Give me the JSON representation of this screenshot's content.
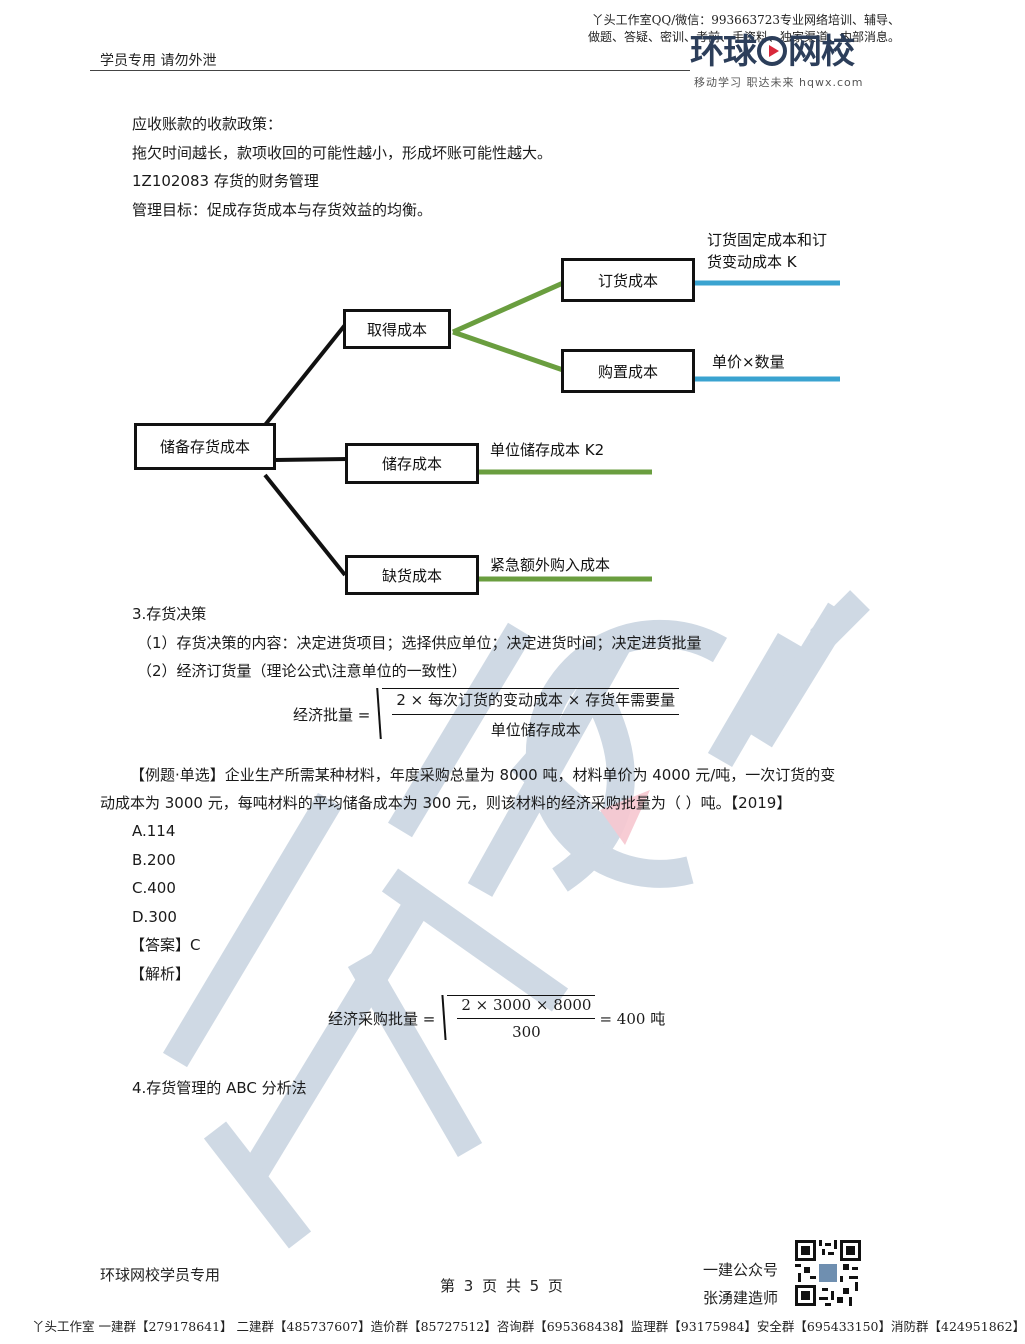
{
  "header": {
    "promo_line1": "丫头工作室QQ/微信：993663723专业网络培训、辅导、",
    "promo_line2": "做题、答疑、密训、考前、手资料、独家渠道、内部消息。",
    "left_text": "学员专用 请勿外泄",
    "logo_text_a": "环球",
    "logo_text_b": "网校",
    "logo_tagline": "移动学习 职达未来  hqwx.com"
  },
  "intro": {
    "line1": "应收账款的收款政策：",
    "line2": "拖欠时间越长，款项收回的可能性越小，形成坏账可能性越大。",
    "line3": "1Z102083 存货的财务管理",
    "line4": "管理目标：促成存货成本与存货效益的均衡。"
  },
  "diagram": {
    "root": "储备存货成本",
    "acquisition": "取得成本",
    "ordering": "订货成本",
    "ordering_note_1": "订货固定成本和订",
    "ordering_note_2": "货变动成本 K",
    "purchase": "购置成本",
    "purchase_note": "单价×数量",
    "storage": "储存成本",
    "storage_note": "单位储存成本 K2",
    "shortage": "缺货成本",
    "shortage_note": "紧急额外购入成本",
    "colors": {
      "black_line": "#111111",
      "green_line": "#6a9e3f",
      "blue_line": "#3aa3d0"
    }
  },
  "section3": {
    "title": "3.存货决策",
    "item1": "（1）存货决策的内容：决定进货项目；选择供应单位；决定进货时间；决定进货批量",
    "item2": "（2）经济订货量（理论公式\\注意单位的一致性）",
    "formula_lhs": "经济批量 =",
    "formula_num": "2 × 每次订货的变动成本 × 存货年需要量",
    "formula_den": "单位储存成本"
  },
  "example": {
    "line1": "【例题·单选】企业生产所需某种材料，年度采购总量为 8000 吨，材料单价为 4000 元/吨，一次订货的变",
    "line2": "动成本为 3000 元，每吨材料的平均储备成本为 300 元，则该材料的经济采购批量为（   ）吨。【2019】",
    "options": [
      "A.114",
      "B.200",
      "C.400",
      "D.300"
    ],
    "answer": "【答案】C",
    "analysis": "【解析】",
    "calc_lhs": "经济采购批量 =",
    "calc_num": "2 × 3000 × 8000",
    "calc_den": "300",
    "calc_rhs": "= 400 吨"
  },
  "section4": {
    "title": "4.存货管理的 ABC 分析法"
  },
  "footer": {
    "left": "环球网校学员专用",
    "page": "第 3 页 共 5 页",
    "pub_line1": "一建公众号",
    "pub_line2": "张湧建造师",
    "groups": "丫头工作室  一建群【279178641】 二建群【485737607】造价群【85727512】咨询群【695368438】监理群【93175984】安全群【695433150】消防群【424951862】"
  }
}
